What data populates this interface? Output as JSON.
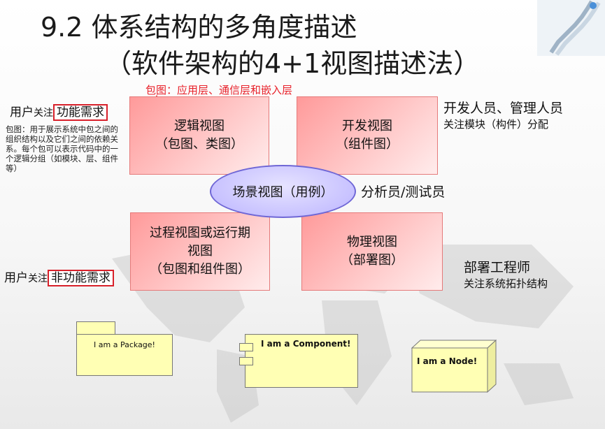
{
  "title": {
    "line1": "9.2 体系结构的多角度描述",
    "line2": "（软件架构的4+1视图描述法）"
  },
  "package_note_red": "包图：应用层、通信层和嵌入层",
  "left_top": {
    "prefix": "用户",
    "mid": "关注",
    "boxed": "功能需求"
  },
  "left_bottom": {
    "prefix": "用户",
    "mid": "关注",
    "boxed": "非功能需求"
  },
  "package_desc": "包图：用于展示系统中包之间的组织结构以及它们之间的依赖关系。每个包可以表示代码中的一个逻辑分组（如模块、层、组件等）",
  "views": {
    "logical": {
      "line1": "逻辑视图",
      "line2": "（包图、类图）"
    },
    "development": {
      "line1": "开发视图",
      "line2": "（组件图）"
    },
    "process": {
      "line1": "过程视图或运行期",
      "line2": "视图",
      "line3": "（包图和组件图）"
    },
    "physical": {
      "line1": "物理视图",
      "line2": "（部署图）"
    },
    "scenario": "场景视图（用例）"
  },
  "right_top": {
    "line1": "开发人员、管理人员",
    "line2": "关注模块（构件）分配"
  },
  "analyst": "分析员/测试员",
  "right_bottom": {
    "line1": "部署工程师",
    "line2": "关注系统拓扑结构"
  },
  "uml": {
    "package": "I am a Package!",
    "component": "I am a Component!",
    "node": "I am a Node!"
  }
}
